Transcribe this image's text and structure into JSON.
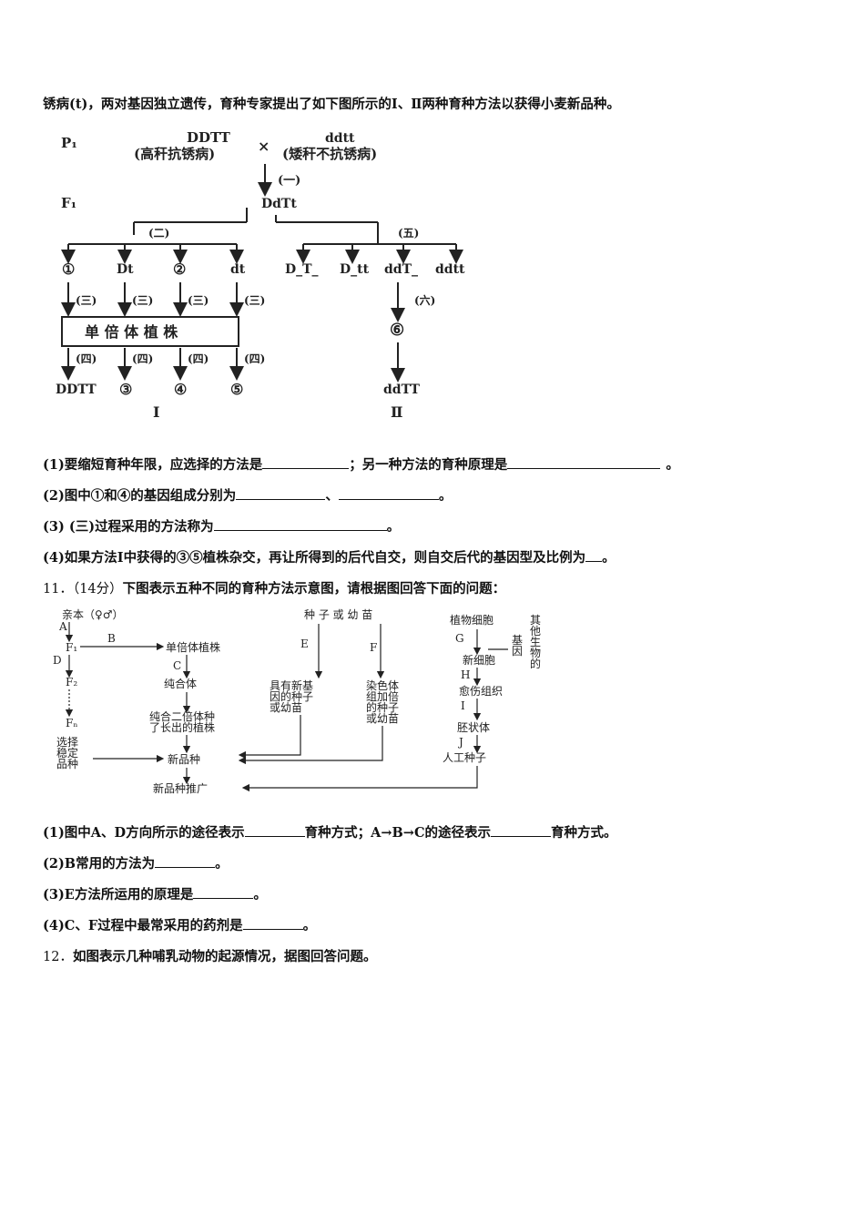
{
  "intro": "锈病(t)，两对基因独立遗传，育种专家提出了如下图所示的Ⅰ、Ⅱ两种育种方法以获得小麦新品种。",
  "diagram1": {
    "p1": "P₁",
    "p1_left_genotype": "DDTT",
    "p1_left_desc": "(高秆抗锈病)",
    "cross": "×",
    "p1_right_genotype": "ddtt",
    "p1_right_desc": "(矮秆不抗锈病)",
    "step1": "(一)",
    "f1": "F₁",
    "f1_genotype": "DdTt",
    "step2": "(二)",
    "step5": "(五)",
    "gametes": [
      "①",
      "Dt",
      "②",
      "dt"
    ],
    "step3": "(三)",
    "haploid_box": "单 倍 体 植 株",
    "step4": "(四)",
    "results_I": [
      "DDTT",
      "③",
      "④",
      "⑤"
    ],
    "method_I": "Ⅰ",
    "f2_types": [
      "D_T_",
      "D_tt",
      "ddT_",
      "ddtt"
    ],
    "step6": "(六)",
    "circle6": "⑥",
    "result_II": "ddTT",
    "method_II": "Ⅱ"
  },
  "q10": [
    {
      "text1": "(1)要缩短育种年限，应选择的方法是",
      "text2": "；另一种方法的育种原理是",
      "text3": "。"
    },
    {
      "text1": "(2)图中①和④的基因组成分别为",
      "text2": "、",
      "text3": "。"
    },
    {
      "text1": "(3) (三)过程采用的方法称为",
      "text2": "。"
    },
    {
      "text1": "(4)如果方法Ⅰ中获得的③⑤植株杂交，再让所得到的后代自交，则自交后代的基因型及比例为",
      "text2": "。"
    }
  ],
  "q11_header": {
    "num": "11．（14分）",
    "text": "下图表示五种不同的育种方法示意图，请根据图回答下面的问题："
  },
  "diagram2": {
    "parent": "亲本（♀♂）",
    "A": "A",
    "F1": "F₁",
    "B": "B",
    "haploid": "单倍体植株",
    "C": "C",
    "pure": "纯合体",
    "D": "D",
    "F2": "F₂",
    "Fn": "Fₙ",
    "pure_diploid": [
      "纯合二倍体种",
      "了长出的植株"
    ],
    "select": [
      "选择",
      "稳定",
      "品种"
    ],
    "new_variety": "新品种",
    "promote": "新品种推广",
    "seed": "种 子 或 幼 苗",
    "E": "E",
    "F": "F",
    "new_gene": [
      "具有新基",
      "因的种子",
      "或幼苗"
    ],
    "chrom": [
      "染色体",
      "组加倍",
      "的种子",
      "或幼苗"
    ],
    "plant_cell": "植物细胞",
    "G": "G",
    "other_gene": [
      "其",
      "他",
      "生",
      "物",
      "的"
    ],
    "gene_label": [
      "基",
      "因"
    ],
    "new_cell": "新细胞",
    "H": "H",
    "callus": "愈伤组织",
    "I": "I",
    "embryoid": "胚状体",
    "J": "J",
    "artificial_seed": "人工种子"
  },
  "q11": [
    {
      "text1": "(1)图中A、D方向所示的途径表示",
      "text2": "育种方式；A→B→C的途径表示",
      "text3": "育种方式。"
    },
    {
      "text1": "(2)B常用的方法为",
      "text2": "。"
    },
    {
      "text1": "(3)E方法所运用的原理是",
      "text2": "。"
    },
    {
      "text1": "(4)C、F过程中最常采用的药剂是",
      "text2": "。"
    }
  ],
  "q12": {
    "num": "12．",
    "text": "如图表示几种哺乳动物的起源情况，据图回答问题。"
  }
}
